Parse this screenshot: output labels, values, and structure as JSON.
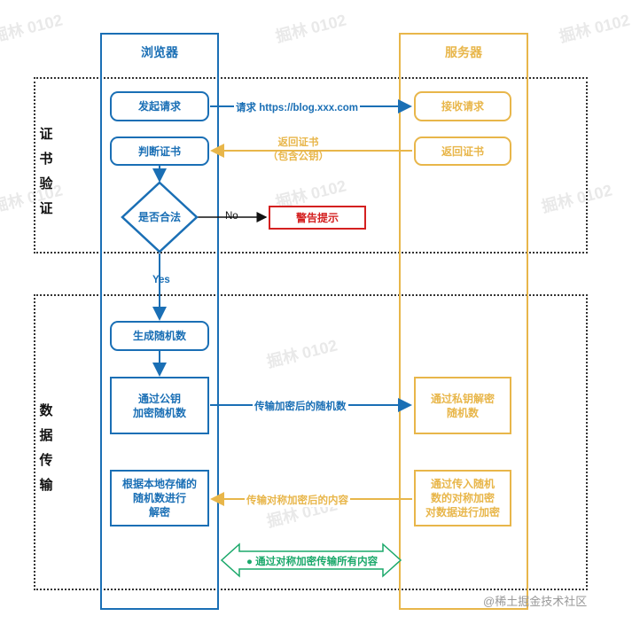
{
  "lanes": {
    "browser": "浏览器",
    "server": "服务器"
  },
  "sections": {
    "cert": [
      "证",
      "书",
      "验",
      "证"
    ],
    "data": [
      "数",
      "据",
      "传",
      "输"
    ]
  },
  "browser_steps": {
    "send_request": "发起请求",
    "check_cert": "判断证书",
    "is_valid": "是否合法",
    "gen_random": "生成随机数",
    "encrypt_random": [
      "通过公钥",
      "加密随机数"
    ],
    "decrypt_content": [
      "根据本地存储的",
      "随机数进行",
      "解密"
    ]
  },
  "server_steps": {
    "receive_request": "接收请求",
    "return_cert": "返回证书",
    "decrypt_random": [
      "通过私钥解密",
      "随机数"
    ],
    "encrypt_data": [
      "通过传入随机",
      "数的对称加密",
      "对数据进行加密"
    ]
  },
  "warning": "警告提示",
  "messages": {
    "request": "请求 https://blog.xxx.com",
    "return_cert": [
      "返回证书",
      "（包含公钥）"
    ],
    "no": "No",
    "yes": "Yes",
    "send_encrypted_random": "传输加密后的随机数",
    "send_encrypted_content": "传输对称加密后的内容",
    "symmetric_all": "通过对称加密传输所有内容"
  },
  "watermarks": [
    "掘林 0102",
    "掘林 0102",
    "掘林 0102",
    "掘林 0102",
    "掘林 0102",
    "掘林 0102",
    "掘林 0102",
    "掘林 0102"
  ],
  "credit": "@稀土掘金技术社区",
  "colors": {
    "browser": "#1a6fb5",
    "server": "#e8b64a",
    "warning": "#d42020",
    "symmetric": "#1aa86a"
  }
}
